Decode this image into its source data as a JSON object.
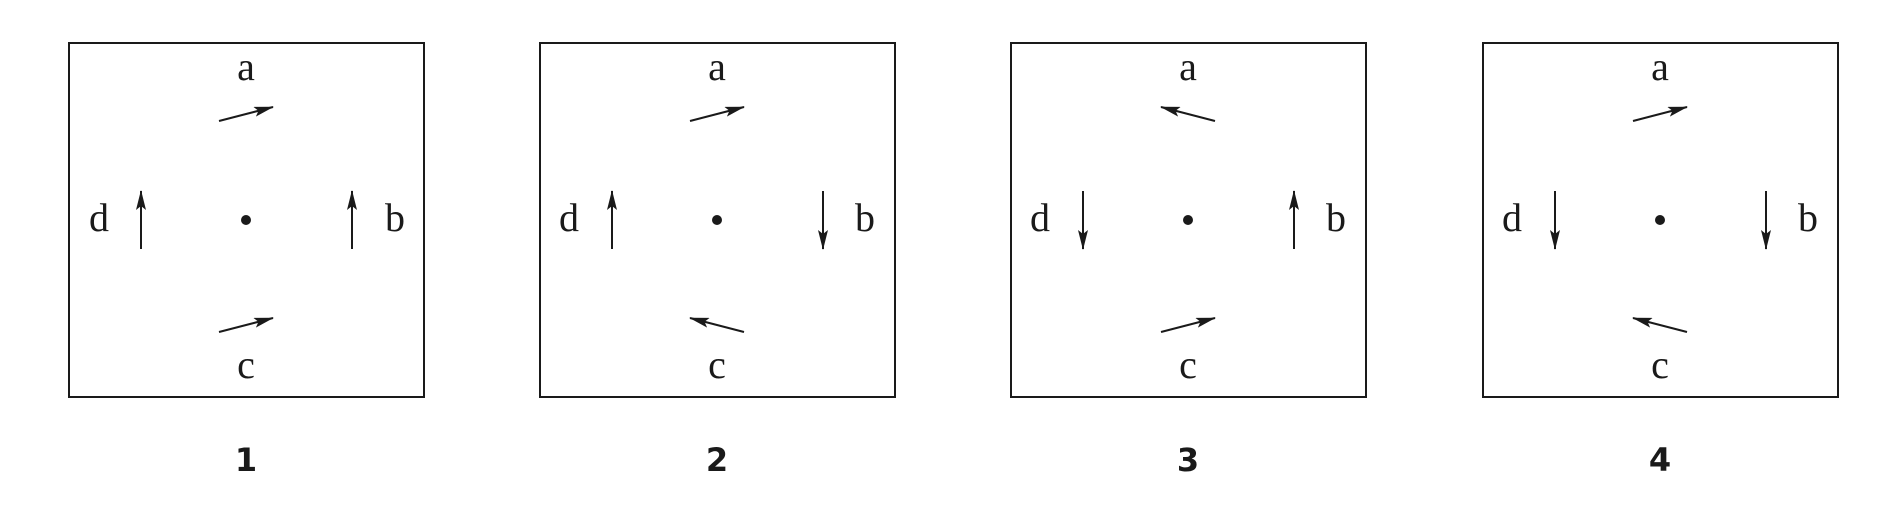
{
  "panels": [
    {
      "number": "1",
      "labels": {
        "top": "a",
        "right": "b",
        "bottom": "c",
        "left": "d"
      },
      "arrows": {
        "top": "right",
        "right": "up",
        "bottom": "right",
        "left": "up"
      }
    },
    {
      "number": "2",
      "labels": {
        "top": "a",
        "right": "b",
        "bottom": "c",
        "left": "d"
      },
      "arrows": {
        "top": "right",
        "right": "down",
        "bottom": "left",
        "left": "up"
      }
    },
    {
      "number": "3",
      "labels": {
        "top": "a",
        "right": "b",
        "bottom": "c",
        "left": "d"
      },
      "arrows": {
        "top": "left",
        "right": "up",
        "bottom": "right",
        "left": "down"
      }
    },
    {
      "number": "4",
      "labels": {
        "top": "a",
        "right": "b",
        "bottom": "c",
        "left": "d"
      },
      "arrows": {
        "top": "right",
        "right": "down",
        "bottom": "left",
        "left": "down"
      }
    }
  ],
  "colors": {
    "ink": "#1a1a1a",
    "background": "#ffffff"
  }
}
